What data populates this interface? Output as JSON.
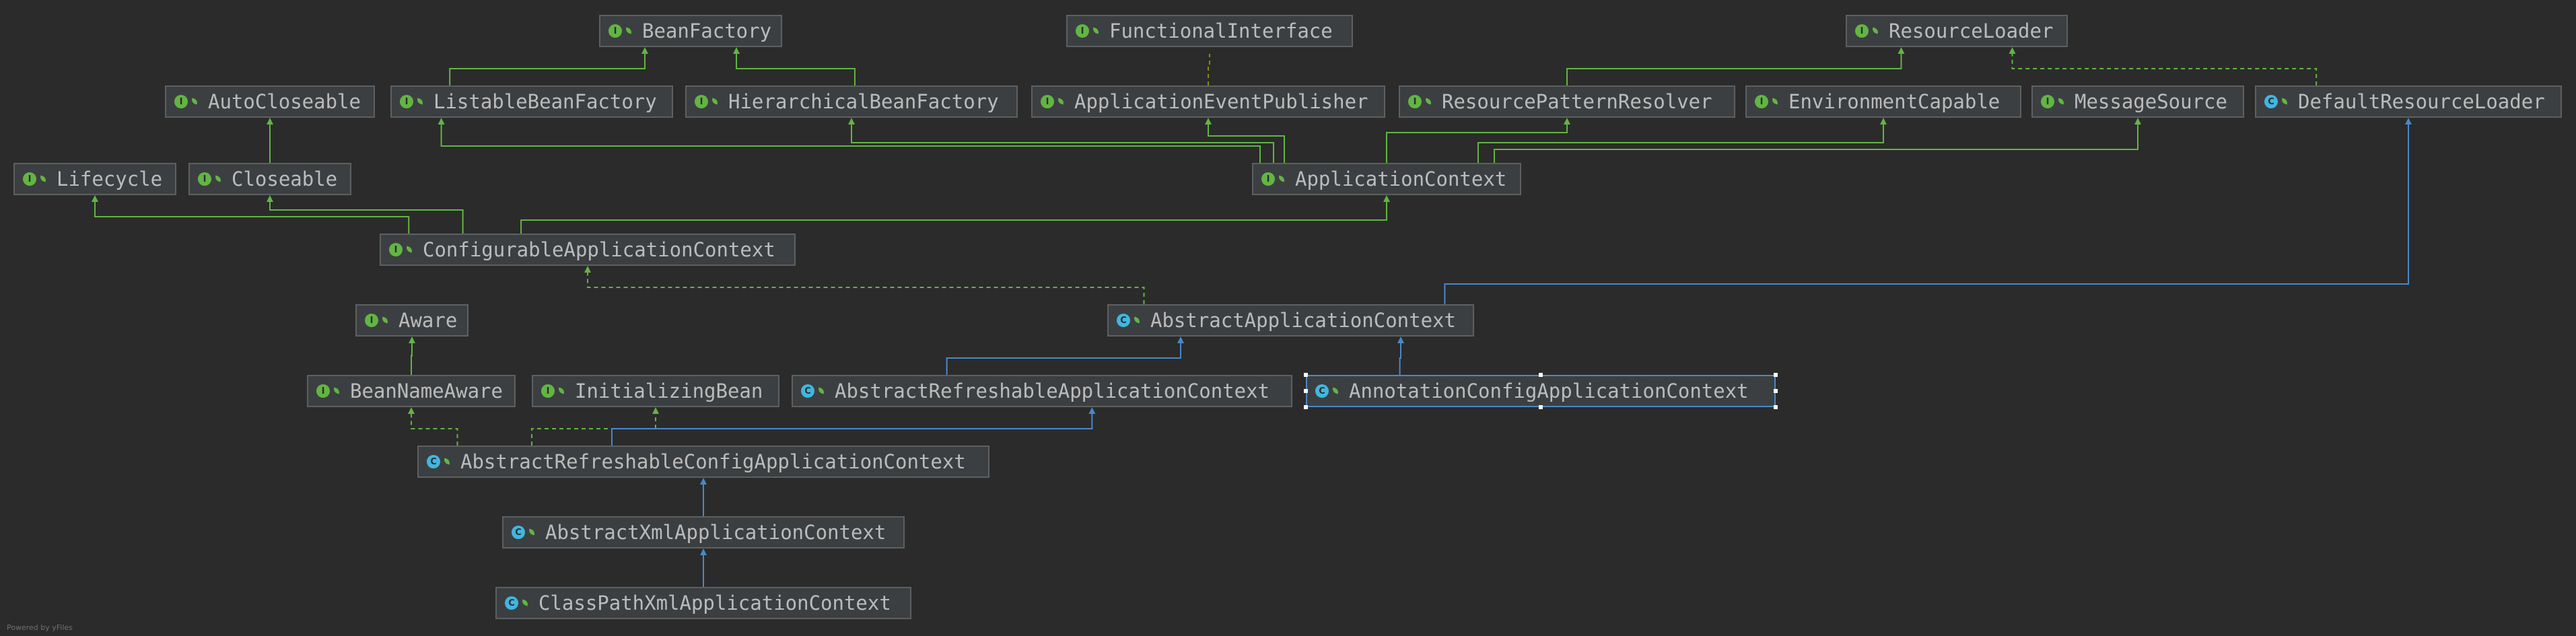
{
  "nodes": [
    {
      "id": "BeanFactory",
      "label": "BeanFactory",
      "kind": "interface"
    },
    {
      "id": "FunctionalInterface",
      "label": "FunctionalInterface",
      "kind": "interface"
    },
    {
      "id": "ResourceLoader",
      "label": "ResourceLoader",
      "kind": "interface"
    },
    {
      "id": "AutoCloseable",
      "label": "AutoCloseable",
      "kind": "interface"
    },
    {
      "id": "ListableBeanFactory",
      "label": "ListableBeanFactory",
      "kind": "interface"
    },
    {
      "id": "HierarchicalBeanFactory",
      "label": "HierarchicalBeanFactory",
      "kind": "interface"
    },
    {
      "id": "ApplicationEventPublisher",
      "label": "ApplicationEventPublisher",
      "kind": "interface"
    },
    {
      "id": "ResourcePatternResolver",
      "label": "ResourcePatternResolver",
      "kind": "interface"
    },
    {
      "id": "EnvironmentCapable",
      "label": "EnvironmentCapable",
      "kind": "interface"
    },
    {
      "id": "MessageSource",
      "label": "MessageSource",
      "kind": "interface"
    },
    {
      "id": "DefaultResourceLoader",
      "label": "DefaultResourceLoader",
      "kind": "class"
    },
    {
      "id": "Lifecycle",
      "label": "Lifecycle",
      "kind": "interface"
    },
    {
      "id": "Closeable",
      "label": "Closeable",
      "kind": "interface"
    },
    {
      "id": "ApplicationContext",
      "label": "ApplicationContext",
      "kind": "interface"
    },
    {
      "id": "ConfigurableApplicationContext",
      "label": "ConfigurableApplicationContext",
      "kind": "interface"
    },
    {
      "id": "Aware",
      "label": "Aware",
      "kind": "interface"
    },
    {
      "id": "AbstractApplicationContext",
      "label": "AbstractApplicationContext",
      "kind": "abstract"
    },
    {
      "id": "BeanNameAware",
      "label": "BeanNameAware",
      "kind": "interface"
    },
    {
      "id": "InitializingBean",
      "label": "InitializingBean",
      "kind": "interface"
    },
    {
      "id": "AbstractRefreshableApplicationContext",
      "label": "AbstractRefreshableApplicationContext",
      "kind": "abstract"
    },
    {
      "id": "AnnotationConfigApplicationContext",
      "label": "AnnotationConfigApplicationContext",
      "kind": "class",
      "selected": true
    },
    {
      "id": "AbstractRefreshableConfigApplicationContext",
      "label": "AbstractRefreshableConfigApplicationContext",
      "kind": "abstract"
    },
    {
      "id": "AbstractXmlApplicationContext",
      "label": "AbstractXmlApplicationContext",
      "kind": "abstract"
    },
    {
      "id": "ClassPathXmlApplicationContext",
      "label": "ClassPathXmlApplicationContext",
      "kind": "class"
    }
  ],
  "edges": [
    {
      "from": "ListableBeanFactory",
      "to": "BeanFactory",
      "type": "extends"
    },
    {
      "from": "HierarchicalBeanFactory",
      "to": "BeanFactory",
      "type": "extends"
    },
    {
      "from": "ApplicationEventPublisher",
      "to": "FunctionalInterface",
      "type": "annotated"
    },
    {
      "from": "ResourcePatternResolver",
      "to": "ResourceLoader",
      "type": "extends"
    },
    {
      "from": "DefaultResourceLoader",
      "to": "ResourceLoader",
      "type": "implements"
    },
    {
      "from": "Closeable",
      "to": "AutoCloseable",
      "type": "extends"
    },
    {
      "from": "ApplicationContext",
      "to": "ListableBeanFactory",
      "type": "extends"
    },
    {
      "from": "ApplicationContext",
      "to": "HierarchicalBeanFactory",
      "type": "extends"
    },
    {
      "from": "ApplicationContext",
      "to": "ApplicationEventPublisher",
      "type": "extends"
    },
    {
      "from": "ApplicationContext",
      "to": "ResourcePatternResolver",
      "type": "extends"
    },
    {
      "from": "ApplicationContext",
      "to": "EnvironmentCapable",
      "type": "extends"
    },
    {
      "from": "ApplicationContext",
      "to": "MessageSource",
      "type": "extends"
    },
    {
      "from": "ConfigurableApplicationContext",
      "to": "Lifecycle",
      "type": "extends"
    },
    {
      "from": "ConfigurableApplicationContext",
      "to": "Closeable",
      "type": "extends"
    },
    {
      "from": "ConfigurableApplicationContext",
      "to": "ApplicationContext",
      "type": "extends"
    },
    {
      "from": "AbstractApplicationContext",
      "to": "ConfigurableApplicationContext",
      "type": "implements"
    },
    {
      "from": "AbstractApplicationContext",
      "to": "DefaultResourceLoader",
      "type": "class-extends"
    },
    {
      "from": "BeanNameAware",
      "to": "Aware",
      "type": "extends"
    },
    {
      "from": "AbstractRefreshableApplicationContext",
      "to": "AbstractApplicationContext",
      "type": "class-extends"
    },
    {
      "from": "AnnotationConfigApplicationContext",
      "to": "AbstractApplicationContext",
      "type": "class-extends"
    },
    {
      "from": "AbstractRefreshableConfigApplicationContext",
      "to": "BeanNameAware",
      "type": "implements"
    },
    {
      "from": "AbstractRefreshableConfigApplicationContext",
      "to": "InitializingBean",
      "type": "implements"
    },
    {
      "from": "AbstractRefreshableConfigApplicationContext",
      "to": "AbstractRefreshableApplicationContext",
      "type": "class-extends"
    },
    {
      "from": "AbstractXmlApplicationContext",
      "to": "AbstractRefreshableConfigApplicationContext",
      "type": "class-extends"
    },
    {
      "from": "ClassPathXmlApplicationContext",
      "to": "AbstractXmlApplicationContext",
      "type": "class-extends"
    }
  ],
  "colors": {
    "background": "#2b2b2b",
    "node_fill": "#3c3f41",
    "node_border": "#5e6060",
    "text": "#bbbbbb",
    "interface_edge": "#62b543",
    "class_edge": "#4a88c7",
    "annotation_edge": "#8b8b00"
  },
  "footer": "Powered by yFiles"
}
